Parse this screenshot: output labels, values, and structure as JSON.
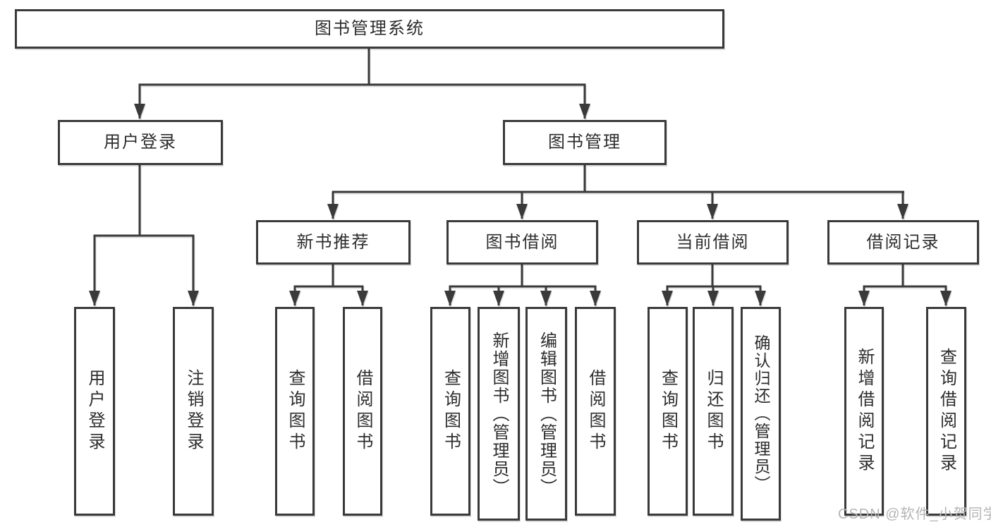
{
  "diagram": {
    "colors": {
      "line": "#3a3a3a",
      "border": "#3a3a3a",
      "text": "#2d2d2d",
      "watermark_text": "#b5b5b5",
      "background": "#ffffff"
    },
    "nodes": {
      "root": "图书管理系统",
      "user_login": "用户登录",
      "book_mgmt": "图书管理",
      "new_book": "新书推荐",
      "book_borrow": "图书借阅",
      "current_borrow": "当前借阅",
      "borrow_record": "借阅记录",
      "leaves": {
        "user_login": [
          "用户登录",
          "注销登录"
        ],
        "new_book": [
          "查询图书",
          "借阅图书"
        ],
        "book_borrow": [
          "查询图书",
          "新增图书（管理员）",
          "编辑图书（管理员）",
          "借阅图书"
        ],
        "current_borrow": [
          "查询图书",
          "归还图书",
          "确认归还（管理员）"
        ],
        "borrow_record": [
          "新增借阅记录",
          "查询借阅记录"
        ]
      }
    },
    "watermark": "CSDN @软件_小贺同学"
  }
}
